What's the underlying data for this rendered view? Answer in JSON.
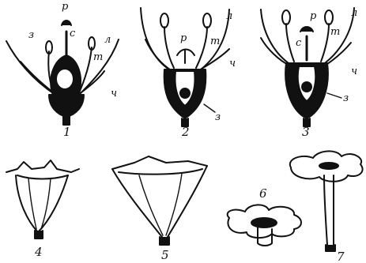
{
  "figure": {
    "ink_color": "#111111",
    "paper_color": "#ffffff",
    "panels": [
      {
        "number": "1",
        "letters": [
          "р",
          "с",
          "з",
          "л",
          "т",
          "ч"
        ]
      },
      {
        "number": "2",
        "letters": [
          "р",
          "т",
          "л",
          "ч",
          "з"
        ]
      },
      {
        "number": "3",
        "letters": [
          "р",
          "т",
          "с",
          "л",
          "ч",
          "з"
        ]
      },
      {
        "number": "4",
        "letters": []
      },
      {
        "number": "5",
        "letters": []
      },
      {
        "number": "6",
        "letters": []
      },
      {
        "number": "7",
        "letters": []
      }
    ]
  }
}
